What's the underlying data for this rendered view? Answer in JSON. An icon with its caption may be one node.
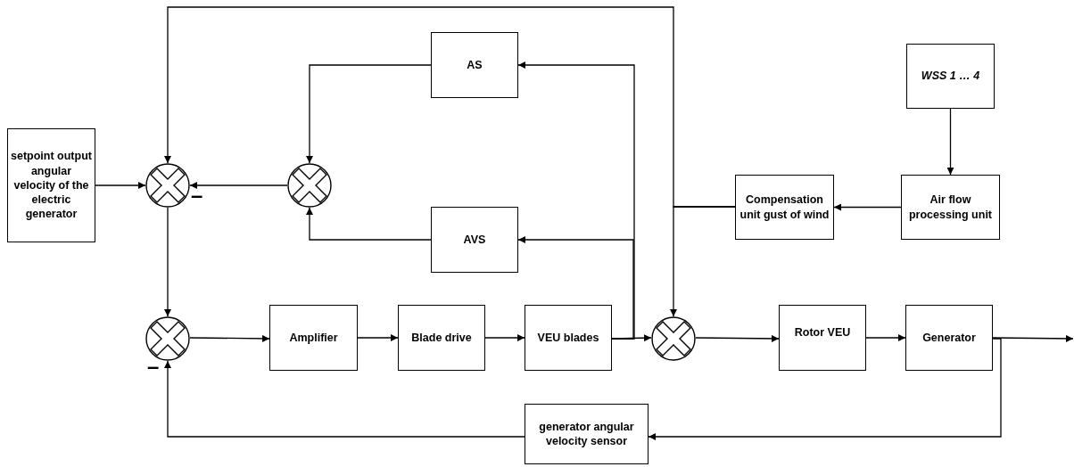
{
  "diagram": {
    "nodes": [
      {
        "text": [
          "AS"
        ]
      },
      {
        "text": [
          "WSS 1 … 4"
        ]
      },
      {
        "text": [
          "setpoint output angular velocity of the electric generator"
        ]
      },
      {
        "text": [],
        "shape": "circle"
      },
      {
        "text": [],
        "shape": "circle"
      },
      {
        "text": [
          "Compensation unit gust of wind"
        ]
      },
      {
        "text": [
          "Air flow processing unit"
        ]
      },
      {
        "text": [
          "AVS"
        ]
      },
      {
        "text": [],
        "shape": "circle"
      },
      {
        "text": [
          "Amplifier"
        ]
      },
      {
        "text": [
          "Blade drive"
        ]
      },
      {
        "text": [
          "VEU blades"
        ]
      },
      {
        "text": [],
        "shape": "circle"
      },
      {
        "text": [
          "Rotor VEU"
        ]
      },
      {
        "text": [
          "Generator"
        ]
      },
      {
        "text": [
          "generator angular velocity sensor"
        ]
      }
    ],
    "edges": [
      {
        "from": 2,
        "to": 3,
        "arrow": "to"
      },
      {
        "from": 4,
        "to": 3,
        "arrow": "to"
      },
      {
        "from": 0,
        "to": 4,
        "arrow": "to"
      },
      {
        "from": 7,
        "to": 4,
        "arrow": "to"
      },
      {
        "from": 3,
        "to": 8,
        "arrow": "to"
      },
      {
        "from": 8,
        "to": 9,
        "arrow": "to"
      },
      {
        "from": 9,
        "to": 10,
        "arrow": "to"
      },
      {
        "from": 10,
        "to": 11,
        "arrow": "to"
      },
      {
        "from": 11,
        "to": 12,
        "arrow": "to"
      },
      {
        "from": 11,
        "to": 0,
        "arrow": "to"
      },
      {
        "from": 11,
        "to": 7,
        "arrow": "to"
      },
      {
        "from": 5,
        "to": 3,
        "arrow": "to"
      },
      {
        "from": 5,
        "to": 12,
        "arrow": "to"
      },
      {
        "from": 12,
        "to": 13,
        "arrow": "to"
      },
      {
        "from": 13,
        "to": 14,
        "arrow": "to"
      },
      {
        "from": 14,
        "to": null,
        "arrow": "to"
      },
      {
        "from": 14,
        "to": 15,
        "arrow": "to"
      },
      {
        "from": 15,
        "to": 8,
        "arrow": "to"
      },
      {
        "from": 6,
        "to": 5,
        "arrow": "to"
      },
      {
        "from": 1,
        "to": 6,
        "arrow": "to"
      }
    ],
    "labels": [
      "–",
      "–"
    ]
  }
}
